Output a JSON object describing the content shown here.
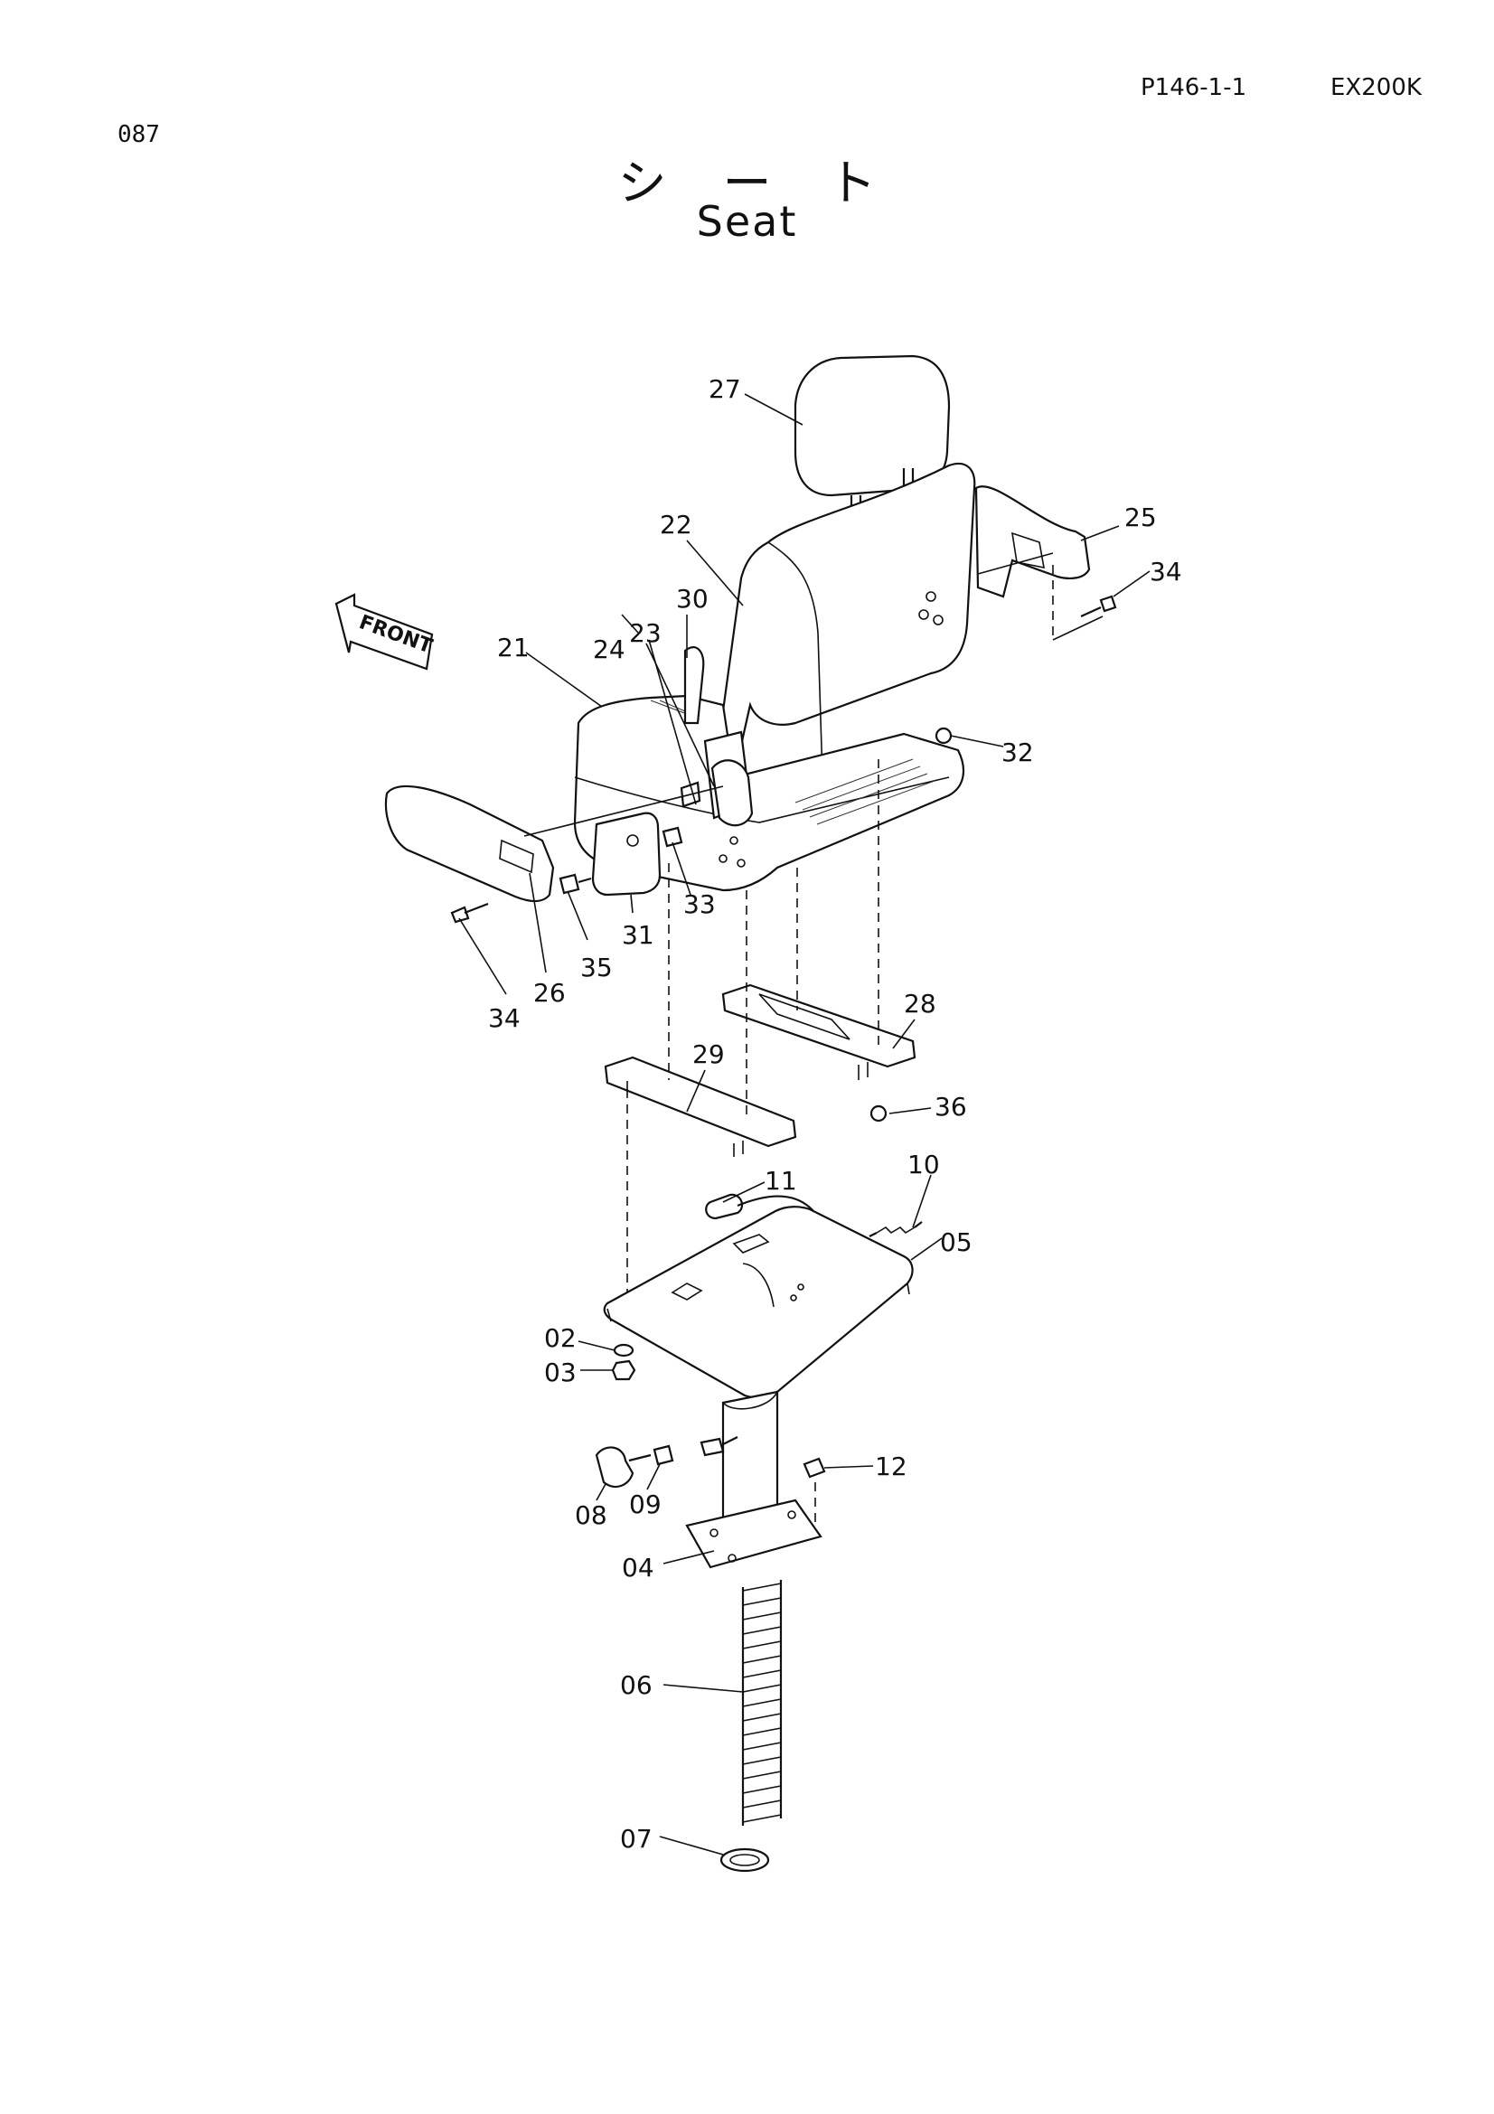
{
  "header": {
    "page_ref": "P146-1-1",
    "model": "EX200K",
    "page_number": "087"
  },
  "title": {
    "japanese": "シート",
    "english": "Seat"
  },
  "front_label": "FRONT",
  "callouts": [
    {
      "id": "27",
      "label": "27"
    },
    {
      "id": "25",
      "label": "25"
    },
    {
      "id": "34a",
      "label": "34"
    },
    {
      "id": "22",
      "label": "22"
    },
    {
      "id": "30",
      "label": "30"
    },
    {
      "id": "23",
      "label": "23"
    },
    {
      "id": "24",
      "label": "24"
    },
    {
      "id": "21",
      "label": "21"
    },
    {
      "id": "32",
      "label": "32"
    },
    {
      "id": "33",
      "label": "33"
    },
    {
      "id": "31",
      "label": "31"
    },
    {
      "id": "35",
      "label": "35"
    },
    {
      "id": "26",
      "label": "26"
    },
    {
      "id": "34b",
      "label": "34"
    },
    {
      "id": "28",
      "label": "28"
    },
    {
      "id": "29",
      "label": "29"
    },
    {
      "id": "36",
      "label": "36"
    },
    {
      "id": "11",
      "label": "11"
    },
    {
      "id": "10",
      "label": "10"
    },
    {
      "id": "05",
      "label": "05"
    },
    {
      "id": "02",
      "label": "02"
    },
    {
      "id": "03",
      "label": "03"
    },
    {
      "id": "12",
      "label": "12"
    },
    {
      "id": "08",
      "label": "08"
    },
    {
      "id": "09",
      "label": "09"
    },
    {
      "id": "04",
      "label": "04"
    },
    {
      "id": "06",
      "label": "06"
    },
    {
      "id": "07",
      "label": "07"
    }
  ]
}
